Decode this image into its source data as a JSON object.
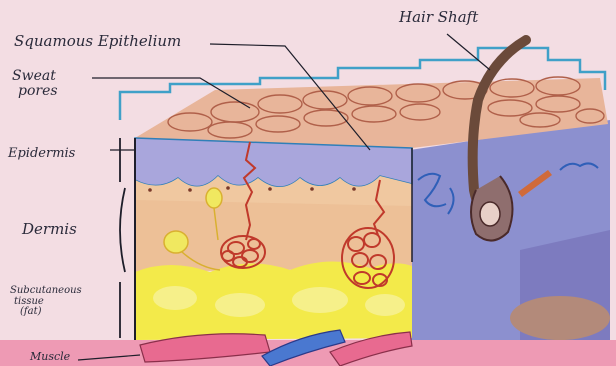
{
  "labels": {
    "squamous_epithelium": "Squamous Epithelium",
    "sweat_pores_line1": "Sweat",
    "sweat_pores_line2": "pores",
    "epidermis": "Epidermis",
    "dermis": "Dermis",
    "subcutaneous_line1": "Subcutaneous",
    "subcutaneous_line2": "tissue",
    "subcutaneous_line3": "(fat)",
    "muscle": "Muscle",
    "hair_shaft": "Hair Shaft"
  },
  "colors": {
    "paper": "#f3dde3",
    "skin_surface": "#e8b59a",
    "scale_outline": "#b0604a",
    "epidermis": "#a9a6dc",
    "dermis": "#f0c8a0",
    "fat": "#f3ea4a",
    "gland": "#c0392b",
    "hair": "#6b4a3a",
    "muscle_pink": "#e86a90",
    "muscle_blue": "#4a78d0",
    "outline_blue": "#2f7fb8",
    "ink": "#2a2a3a"
  }
}
